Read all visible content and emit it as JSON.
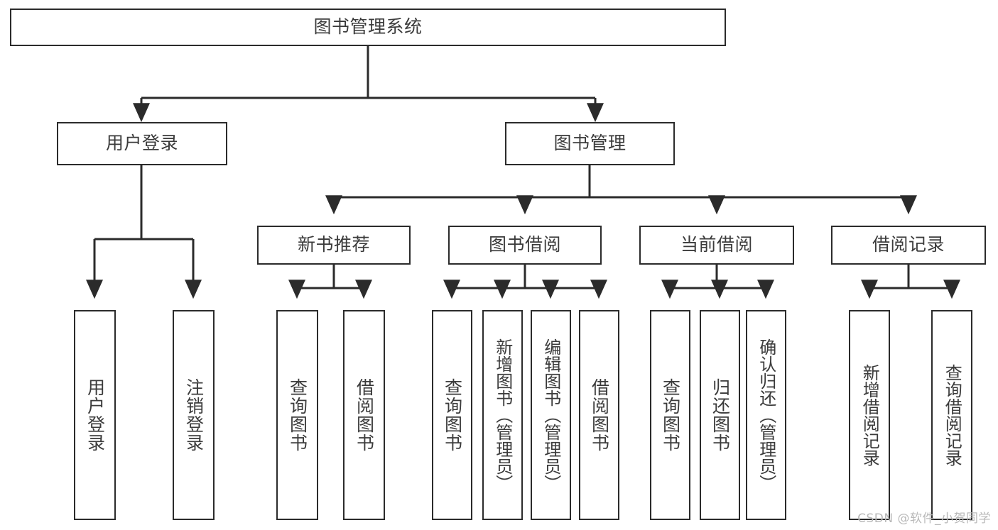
{
  "diagram": {
    "title": "图书管理系统",
    "type": "tree",
    "colors": {
      "box_border": "#2b2b2b",
      "box_fill": "#ffffff",
      "text": "#3b3b3b",
      "edge": "#2b2b2b",
      "watermark": "#b9b9b9",
      "background": "#ffffff"
    },
    "watermark": "CSDN @软件_小贺同学",
    "nodes": {
      "root": {
        "label": "图书管理系统"
      },
      "level2": [
        {
          "label": "用户登录"
        },
        {
          "label": "图书管理"
        }
      ],
      "level3": [
        {
          "label": "新书推荐"
        },
        {
          "label": "图书借阅"
        },
        {
          "label": "当前借阅"
        },
        {
          "label": "借阅记录"
        }
      ],
      "leaves": {
        "user_login": [
          {
            "label": "用户登录"
          },
          {
            "label": "注销登录"
          }
        ],
        "new_book_recommend": [
          {
            "label": "查询图书"
          },
          {
            "label": "借阅图书"
          }
        ],
        "book_borrow": [
          {
            "label": "查询图书"
          },
          {
            "label": "新增图书（管理员）"
          },
          {
            "label": "编辑图书（管理员）"
          },
          {
            "label": "借阅图书"
          }
        ],
        "current_borrow": [
          {
            "label": "查询图书"
          },
          {
            "label": "归还图书"
          },
          {
            "label": "确认归还（管理员）"
          }
        ],
        "borrow_record": [
          {
            "label": "新增借阅记录"
          },
          {
            "label": "查询借阅记录"
          }
        ]
      }
    }
  }
}
